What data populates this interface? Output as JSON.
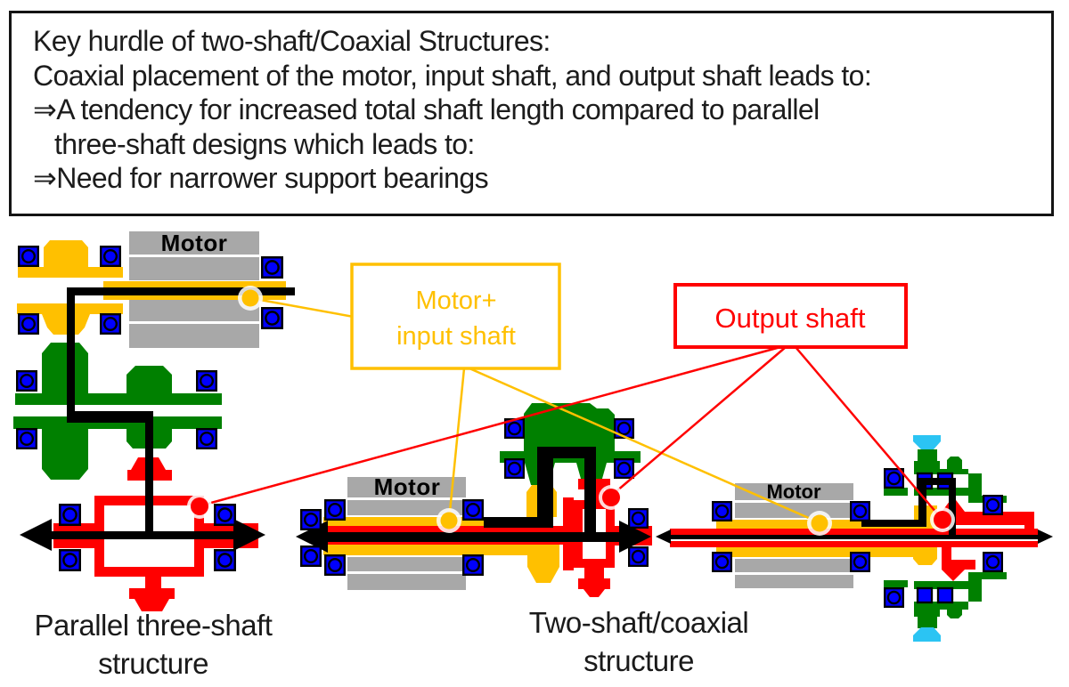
{
  "header": {
    "line1": "Key hurdle of two-shaft/Coaxial Structures:",
    "line2": "Coaxial placement of the motor, input shaft, and output shaft leads to:",
    "line3": "⇒A tendency for increased total shaft length compared to parallel",
    "line4": "three-shaft designs which leads to:",
    "line5": "⇒Need for narrower support bearings"
  },
  "callouts": {
    "motor_input": {
      "line1": "Motor+",
      "line2": "input shaft",
      "color": "#FFC000"
    },
    "output": {
      "label": "Output shaft",
      "color": "#FF0000"
    }
  },
  "diagrams": {
    "parallel": {
      "motor_label": "Motor",
      "caption_line1": "Parallel three-shaft",
      "caption_line2": "structure"
    },
    "coaxial": {
      "motor_label": "Motor",
      "caption_line1": "Two-shaft/coaxial",
      "caption_line2": "structure"
    },
    "compact": {
      "motor_label": "Motor"
    }
  },
  "colors": {
    "input_shaft_yellow": "#FFC000",
    "output_shaft_red": "#FF0000",
    "counter_gear_green": "#008000",
    "bearing_blue": "#0000FF",
    "motor_gray": "#A8A8A8",
    "park_cyan": "#2BC4F3",
    "power_flow_black": "#000000"
  }
}
